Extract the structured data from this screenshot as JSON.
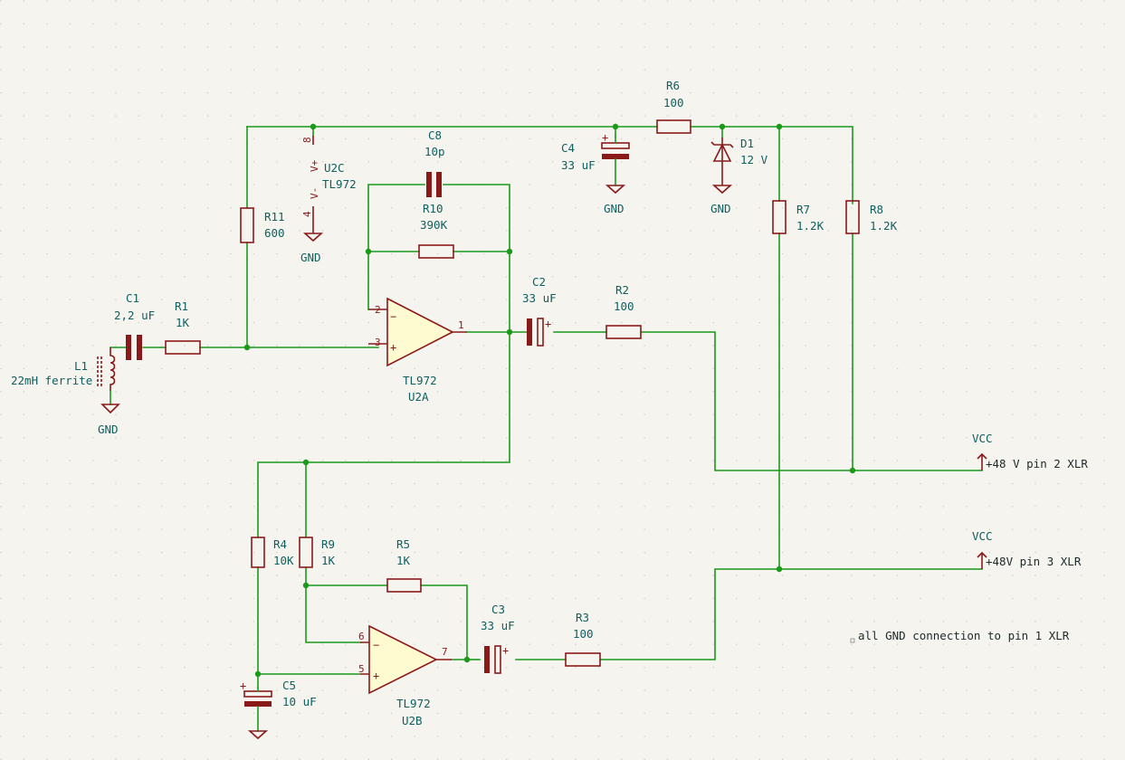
{
  "components": {
    "c1": {
      "ref": "C1",
      "value": "2,2 uF"
    },
    "r1": {
      "ref": "R1",
      "value": "1K"
    },
    "l1": {
      "ref": "L1",
      "value": "22mH ferrite"
    },
    "r11": {
      "ref": "R11",
      "value": "600"
    },
    "u2c": {
      "ref": "U2C",
      "value": "TL972",
      "pin_vplus": "8",
      "pin_vminus": "4",
      "vplus_label": "V+",
      "vminus_label": "V-"
    },
    "c8": {
      "ref": "C8",
      "value": "10p"
    },
    "r10": {
      "ref": "R10",
      "value": "390K"
    },
    "u2a": {
      "ref": "U2A",
      "value": "TL972",
      "pin_inv": "2",
      "pin_noninv": "3",
      "pin_out": "1"
    },
    "c2": {
      "ref": "C2",
      "value": "33 uF"
    },
    "r2": {
      "ref": "R2",
      "value": "100"
    },
    "c4": {
      "ref": "C4",
      "value": "33 uF"
    },
    "r6": {
      "ref": "R6",
      "value": "100"
    },
    "d1": {
      "ref": "D1",
      "value": "12 V"
    },
    "r7": {
      "ref": "R7",
      "value": "1.2K"
    },
    "r8": {
      "ref": "R8",
      "value": "1.2K"
    },
    "r4": {
      "ref": "R4",
      "value": "10K"
    },
    "r9": {
      "ref": "R9",
      "value": "1K"
    },
    "r5": {
      "ref": "R5",
      "value": "1K"
    },
    "u2b": {
      "ref": "U2B",
      "value": "TL972",
      "pin_inv": "6",
      "pin_noninv": "5",
      "pin_out": "7"
    },
    "c3": {
      "ref": "C3",
      "value": "33 uF"
    },
    "r3": {
      "ref": "R3",
      "value": "100"
    },
    "c5": {
      "ref": "C5",
      "value": "10 uF"
    }
  },
  "power": {
    "gnd_label": "GND",
    "vcc_label": "VCC",
    "pin2_label": "+48 V pin 2 XLR",
    "pin3_label": "+48V pin 3 XLR"
  },
  "note": "all GND connection to pin 1 XLR",
  "colors": {
    "wire": "#1a9a1a",
    "part": "#8a1a1a",
    "label": "#106060",
    "opamp_fill": "#fffbd0",
    "background": "#f5f4ef"
  }
}
